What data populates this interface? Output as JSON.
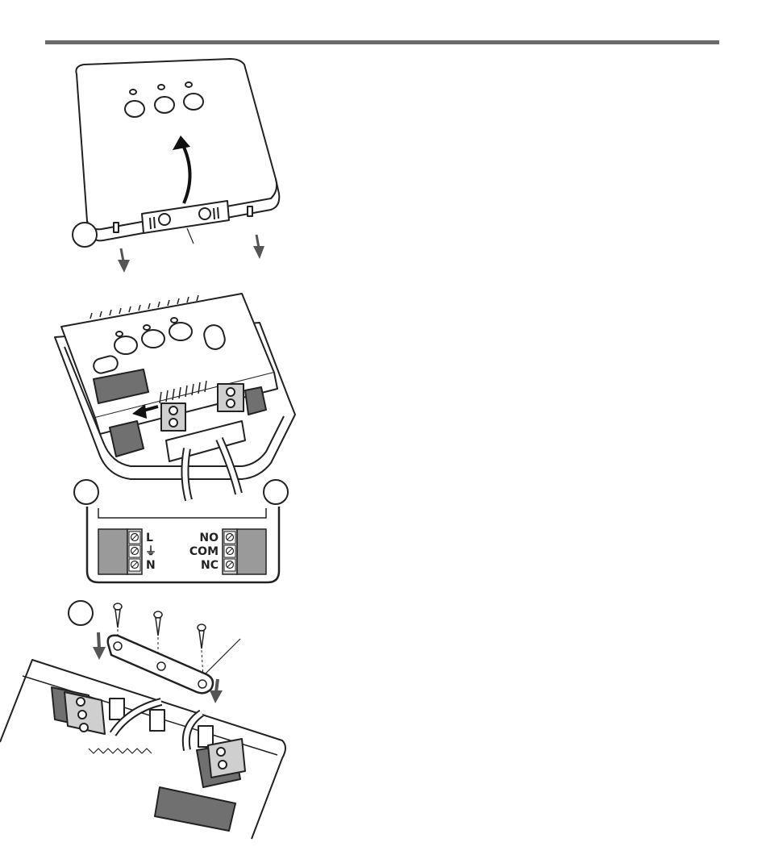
{
  "terminal_block_left": {
    "labels": [
      "L",
      "⏚",
      "N"
    ]
  },
  "terminal_block_right": {
    "labels": [
      "NO",
      "COM",
      "NC"
    ]
  },
  "colors": {
    "line": "#222222",
    "rule": "#6b6b6b",
    "dark_fill": "#707070",
    "light_fill": "#cfcfcf",
    "body_fill": "#ffffff"
  }
}
